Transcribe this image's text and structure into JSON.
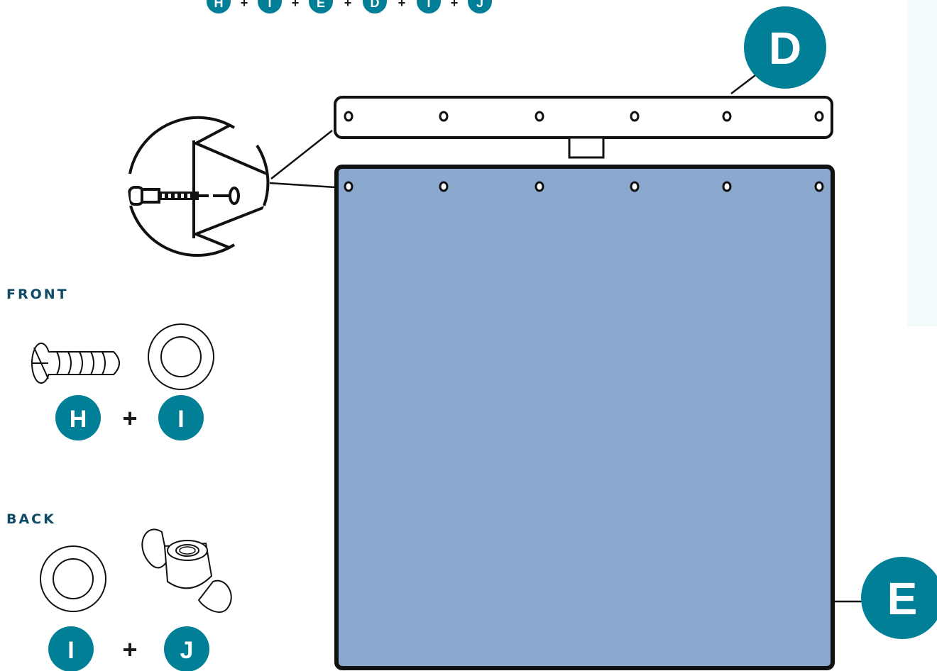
{
  "colors": {
    "badge": "#007f96",
    "panel_fill": "#8ba8cf",
    "label": "#0f4a66",
    "side_panel": "#f3fbfd",
    "outline": "#111111"
  },
  "sequence": {
    "letters": [
      "H",
      "I",
      "E",
      "D",
      "I",
      "J"
    ],
    "joiner": "+"
  },
  "parts": {
    "rail": {
      "letter": "D",
      "hole_count": 6
    },
    "panel": {
      "letter": "E",
      "hole_count": 6
    }
  },
  "front": {
    "label": "FRONT",
    "left": {
      "letter": "H",
      "icon": "screw-icon"
    },
    "plus": "+",
    "right": {
      "letter": "I",
      "icon": "washer-icon"
    }
  },
  "back": {
    "label": "BACK",
    "left": {
      "letter": "I",
      "icon": "washer-icon"
    },
    "plus": "+",
    "right": {
      "letter": "J",
      "icon": "wing-nut-icon"
    }
  }
}
